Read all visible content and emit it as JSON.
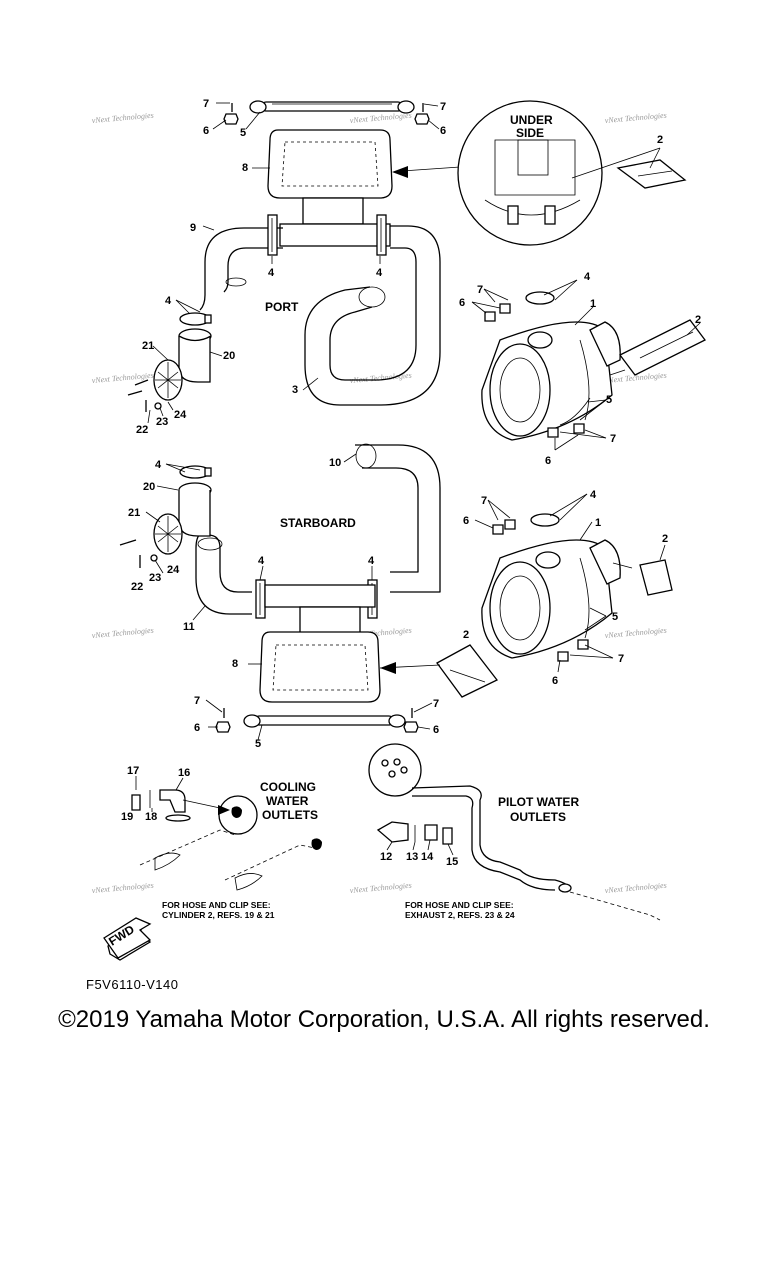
{
  "diagram": {
    "sections": {
      "port": "PORT",
      "starboard": "STARBOARD",
      "under_side": [
        "UNDER",
        "SIDE"
      ],
      "cooling_water_outlets": [
        "COOLING",
        "WATER",
        "OUTLETS"
      ],
      "pilot_water_outlets": [
        "PILOT WATER",
        "OUTLETS"
      ]
    },
    "notes": {
      "cooling_hose_ref": [
        "FOR HOSE AND CLIP SEE:",
        "CYLINDER 2, REFS. 19 & 21"
      ],
      "pilot_hose_ref": [
        "FOR HOSE AND CLIP SEE:",
        "EXHAUST 2, REFS. 23 & 24"
      ]
    },
    "fwd_label": "FWD",
    "watermark": "vNext Technologies",
    "code": "F5V6110-V140",
    "copyright": "©2019 Yamaha Motor Corporation, U.S.A. All rights reserved.",
    "callouts": {
      "c1": "1",
      "c2": "2",
      "c3": "3",
      "c4": "4",
      "c5": "5",
      "c6": "6",
      "c7": "7",
      "c8": "8",
      "c9": "9",
      "c10": "10",
      "c11": "11",
      "c12": "12",
      "c13": "13",
      "c14": "14",
      "c15": "15",
      "c16": "16",
      "c17": "17",
      "c18": "18",
      "c19": "19",
      "c20": "20",
      "c21": "21",
      "c22": "22",
      "c23": "23",
      "c24": "24"
    }
  }
}
